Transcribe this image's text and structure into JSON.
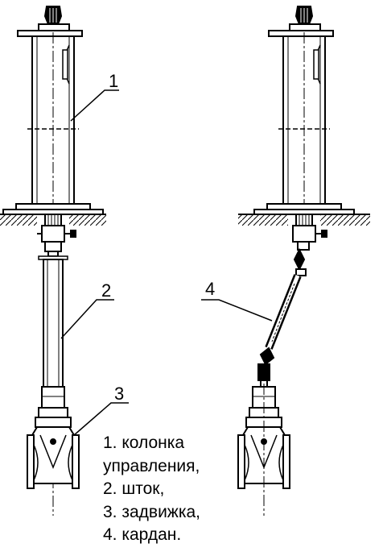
{
  "callouts": {
    "left_column": "1",
    "left_stem": "2",
    "left_valve": "3",
    "right_cardan": "4"
  },
  "legend": {
    "line1": "1. колонка",
    "line2": "управления,",
    "line3": "2. шток,",
    "line4": "3. задвижка,",
    "line5": "4. кардан."
  }
}
